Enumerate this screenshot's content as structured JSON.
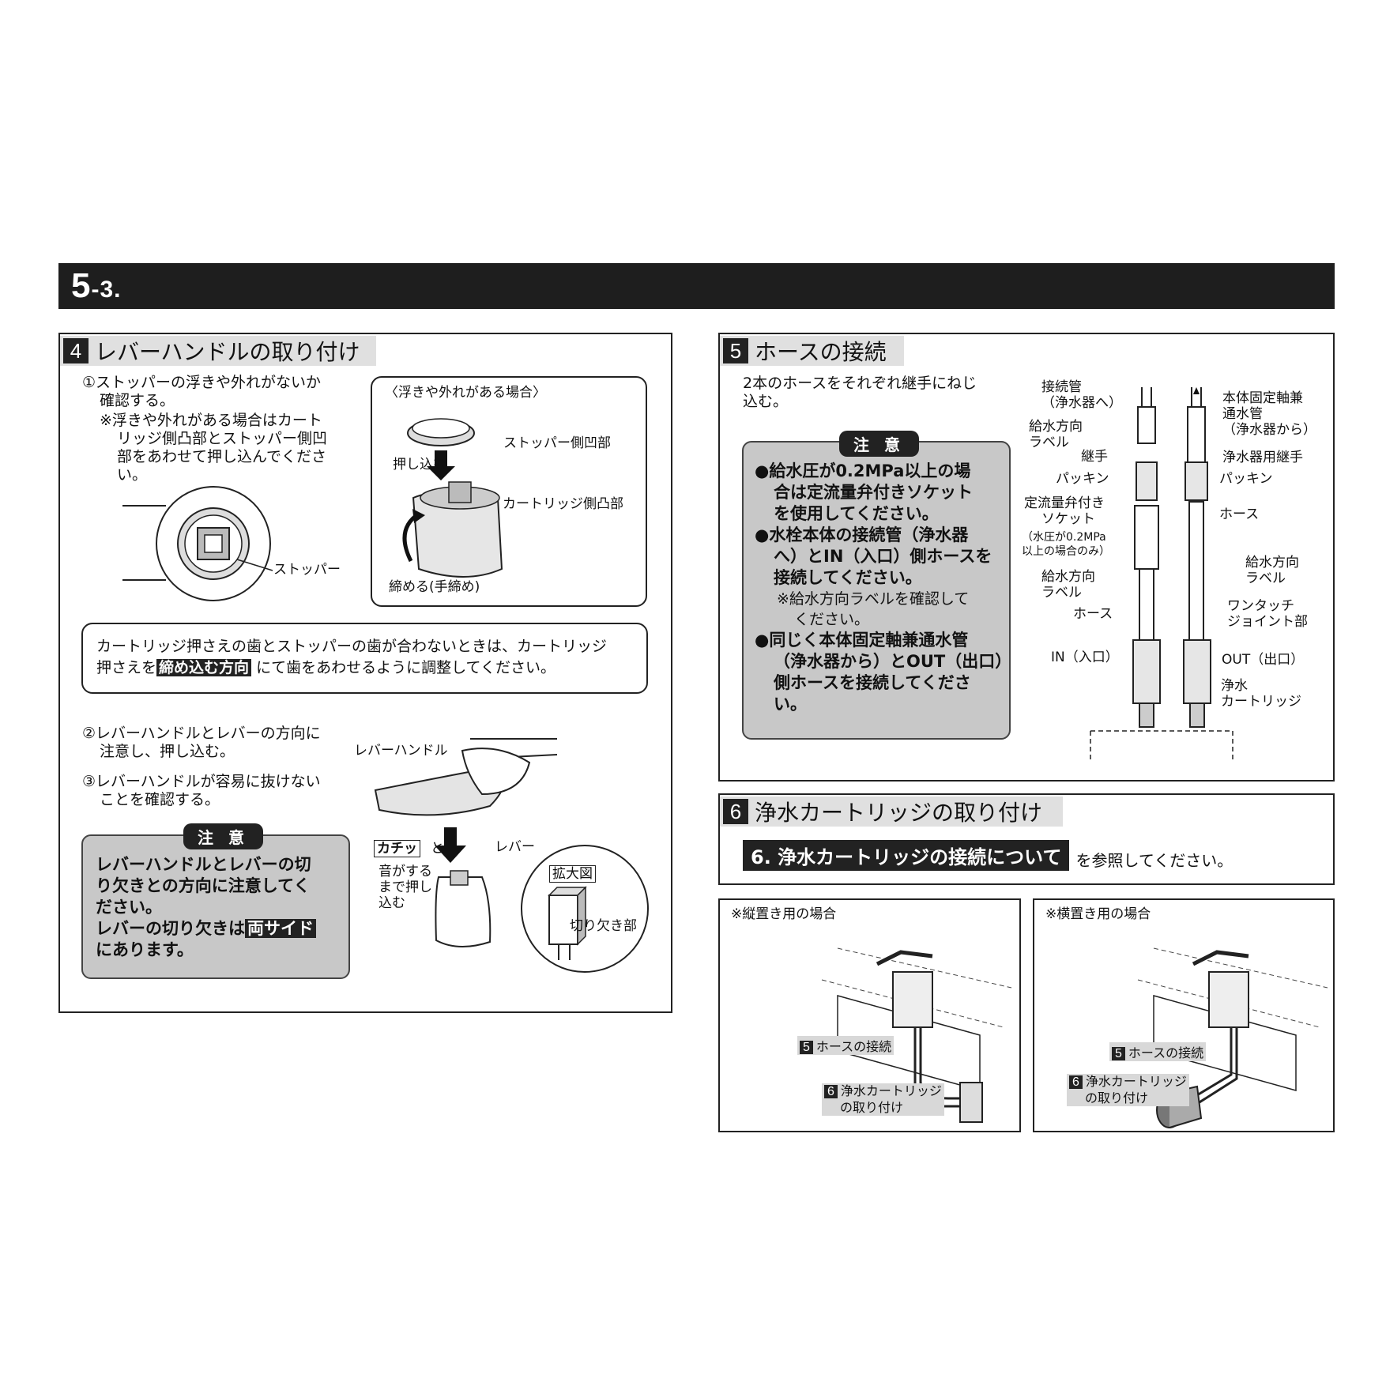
{
  "header": {
    "big": "5",
    "small": "-3."
  },
  "s4": {
    "num": "4",
    "title": "レバーハンドルの取り付け",
    "step1": [
      "①ストッパーの浮きや外れがないか",
      "確認する。"
    ],
    "note1": [
      "※浮きや外れがある場合はカート",
      "リッジ側凸部とストッパー側凹",
      "部をあわせて押し込んでくださ",
      "い。"
    ],
    "stopper_label": "ストッパー",
    "inset_title": "〈浮きや外れがある場合〉",
    "inset_stopper_concave": "ストッパー側凹部",
    "inset_push": "押し込む",
    "inset_cartridge_convex": "カートリッジ側凸部",
    "inset_tighten": "締める(手締め)",
    "adjust_line1": "カートリッジ押さえの歯とストッパーの歯が合わないときは、カートリッジ",
    "adjust_pre": "押さえを",
    "adjust_highlight": "締め込む方向",
    "adjust_post": "にて歯をあわせるように調整してください。",
    "step2": [
      "②レバーハンドルとレバーの方向に",
      "注意し、押し込む。"
    ],
    "step3": [
      "③レバーハンドルが容易に抜けない",
      "ことを確認する。"
    ],
    "lever_handle_label": "レバーハンドル",
    "click_word": "カチッ",
    "click_to": "と",
    "click_sound": [
      "音がする",
      "まで押し",
      "込む"
    ],
    "lever_label": "レバー",
    "zoom_label": "拡大図",
    "notch_label": "切り欠き部",
    "caution": {
      "label": "注 意",
      "lines": [
        "レバーハンドルとレバーの切",
        "り欠きとの方向に注意してく",
        "ださい。",
        "レバーの切り欠きは"
      ],
      "highlight": "両サイド",
      "last": "にあります。"
    }
  },
  "s5": {
    "num": "5",
    "title": "ホースの接続",
    "intro": [
      "2本のホースをそれぞれ継手にねじ",
      "込む。"
    ],
    "caution": {
      "label": "注 意",
      "b1": [
        "●給水圧が0.2MPa以上の場",
        "合は定流量弁付きソケット",
        "を使用してください。"
      ],
      "b2": [
        "●水栓本体の接続管（浄水器",
        "へ）とIN（入口）側ホースを",
        "接続してください。"
      ],
      "note": [
        "※給水方向ラベルを確認して",
        "ください。"
      ],
      "b3": [
        "●同じく本体固定軸兼通水管",
        "（浄水器から）とOUT（出口）",
        "側ホースを接続してくださ",
        "い。"
      ]
    },
    "labels": {
      "conn_pipe": [
        "接続管",
        "（浄水器へ）"
      ],
      "supply_dir1": [
        "給水方向",
        "ラベル"
      ],
      "joint": "継手",
      "packing_l": "パッキン",
      "socket": [
        "定流量弁付き",
        "ソケット"
      ],
      "socket_note": [
        "（水圧が0.2MPa",
        "以上の場合のみ）"
      ],
      "supply_dir2": [
        "給水方向",
        "ラベル"
      ],
      "hose_l": "ホース",
      "in": "IN（入口）",
      "body_pipe": [
        "本体固定軸兼",
        "通水管",
        "（浄水器から）"
      ],
      "purifier_joint": "浄水器用継手",
      "packing_r": "パッキン",
      "hose_r": "ホース",
      "supply_dir3": [
        "給水方向",
        "ラベル"
      ],
      "one_touch": [
        "ワンタッチ",
        "ジョイント部"
      ],
      "out": "OUT（出口）",
      "cartridge": [
        "浄水",
        "カートリッジ"
      ]
    }
  },
  "s6": {
    "num": "6",
    "title": "浄水カートリッジの取り付け",
    "ref": "6. 浄水カートリッジの接続について",
    "ref_post": "を参照してください。"
  },
  "vertical": {
    "title": "※縦置き用の場合",
    "tag5_num": "5",
    "tag5": "ホースの接続",
    "tag6_num": "6",
    "tag6": [
      "浄水カートリッジ",
      "の取り付け"
    ]
  },
  "horizontal": {
    "title": "※横置き用の場合",
    "tag5_num": "5",
    "tag5": "ホースの接続",
    "tag6_num": "6",
    "tag6": [
      "浄水カートリッジ",
      "の取り付け"
    ]
  }
}
